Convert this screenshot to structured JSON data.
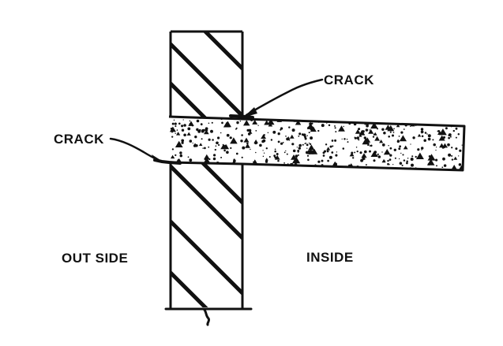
{
  "diagram": {
    "labels": {
      "crack_upper": "CRACK",
      "crack_lower": "CRACK",
      "outside": "OUT SIDE",
      "inside": "INSIDE"
    },
    "colors": {
      "ink": "#111111",
      "background": "#ffffff"
    }
  }
}
